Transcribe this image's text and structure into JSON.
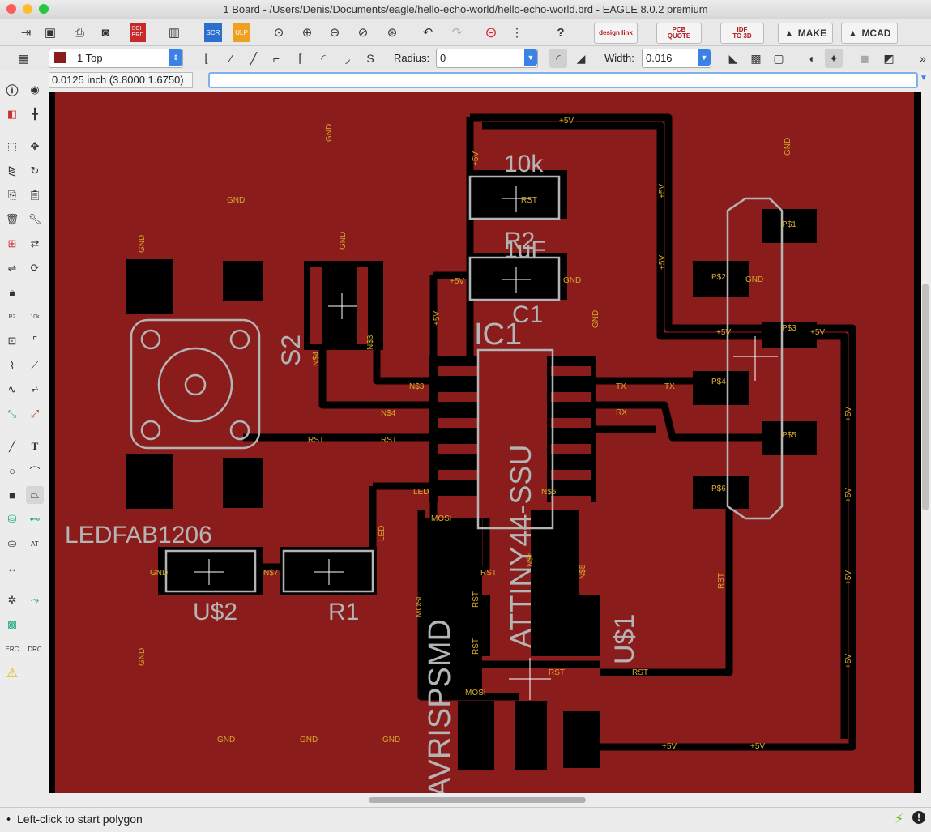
{
  "window": {
    "title": "1 Board - /Users/Denis/Documents/eagle/hello-echo-world/hello-echo-world.brd - EAGLE 8.0.2 premium"
  },
  "toolbar": {
    "design_link": "design link",
    "pcb_quote_top": "PCB",
    "pcb_quote_bottom": "QUOTE",
    "idf_top": "IDF",
    "idf_bottom": "TO 3D",
    "make": "MAKE",
    "mcad": "MCAD",
    "sch_top": "SCH",
    "sch_bottom": "BRD",
    "scr": "SCR",
    "ulp": "ULP"
  },
  "params": {
    "layer": "1 Top",
    "radius_label": "Radius:",
    "radius_value": "0",
    "width_label": "Width:",
    "width_value": "0.016"
  },
  "command": {
    "coordinates": "0.0125 inch (3.8000 1.6750)",
    "input_value": ""
  },
  "status": {
    "message": "Left-click to start polygon"
  },
  "board": {
    "pcb_labels": [
      "10k",
      "R2",
      "1uF",
      "C1",
      "IC1",
      "ATTINY44-SSU",
      "U$1",
      "S2",
      "LEDFAB1206",
      "U$2",
      "R1",
      "AVRISPSMD"
    ],
    "nets": [
      "+5V",
      "GND",
      "RST",
      "N$3",
      "N$4",
      "N$5",
      "N$6",
      "N$7",
      "TX",
      "RX",
      "LED",
      "MOSI",
      "P$1",
      "P$2",
      "P$3",
      "P$4",
      "P$5",
      "P$6"
    ]
  },
  "colors": {
    "copper_pour": "#8b1c1c",
    "trace": "#000000",
    "silkscreen": "#b4b4b4",
    "net_label": "#d7a92c"
  }
}
